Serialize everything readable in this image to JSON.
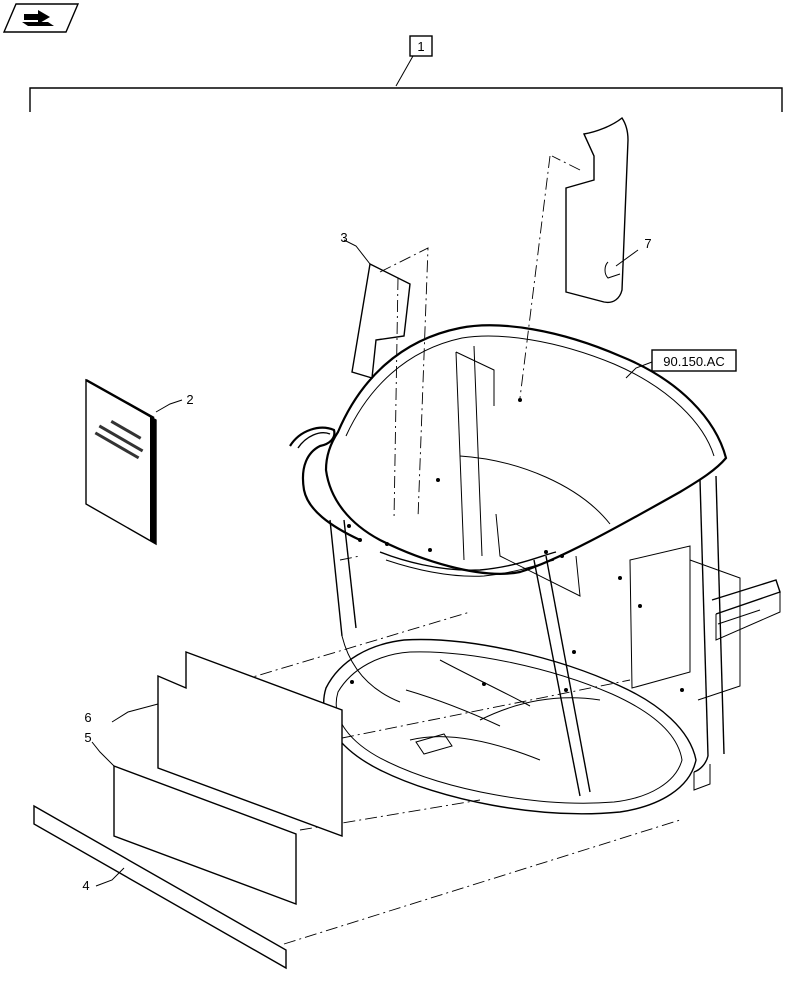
{
  "header": {
    "icon": "flag-icon"
  },
  "callouts": [
    {
      "id": "1",
      "label": "1"
    },
    {
      "id": "2",
      "label": "2"
    },
    {
      "id": "3",
      "label": "3"
    },
    {
      "id": "4",
      "label": "4"
    },
    {
      "id": "5",
      "label": "5"
    },
    {
      "id": "6",
      "label": "6"
    },
    {
      "id": "7",
      "label": "7"
    }
  ],
  "reference": {
    "label": "90.150.AC"
  }
}
